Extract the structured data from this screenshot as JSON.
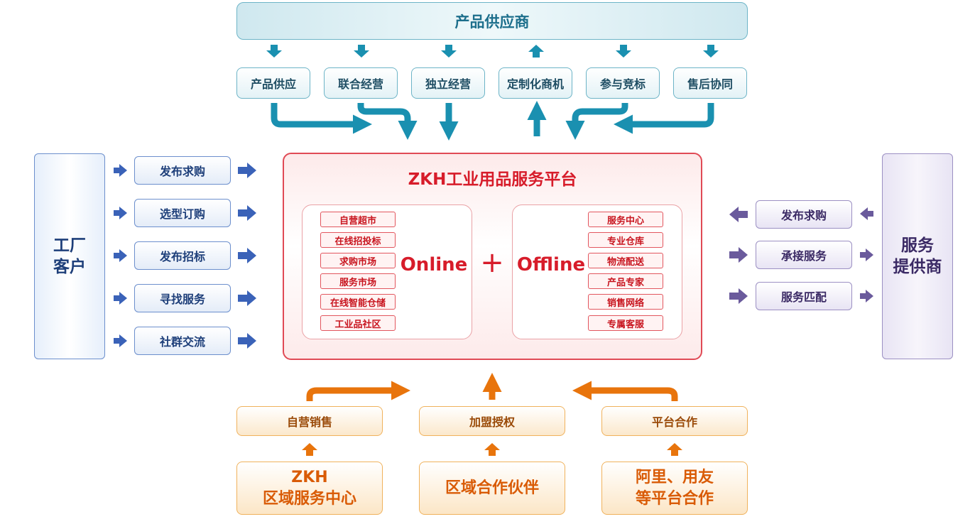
{
  "supplier": {
    "title": "产品供应商",
    "boxes": [
      "产品供应",
      "联合经营",
      "独立经营",
      "定制化商机",
      "参与竞标",
      "售后协同"
    ]
  },
  "platform": {
    "title": "ZKH工业用品服务平台",
    "online_label": "Online",
    "plus": "+",
    "offline_label": "Offline",
    "online_items": [
      "自营超市",
      "在线招投标",
      "求购市场",
      "服务市场",
      "在线智能仓储",
      "工业品社区"
    ],
    "offline_items": [
      "服务中心",
      "专业仓库",
      "物流配送",
      "产品专家",
      "销售网络",
      "专属客服"
    ]
  },
  "customer": {
    "title_line1": "工厂",
    "title_line2": "客户",
    "boxes": [
      "发布求购",
      "选型订购",
      "发布招标",
      "寻找服务",
      "社群交流"
    ]
  },
  "service_provider": {
    "title_line1": "服务",
    "title_line2": "提供商",
    "boxes": [
      "发布求购",
      "承接服务",
      "服务匹配"
    ]
  },
  "channels": {
    "boxes": [
      "自营销售",
      "加盟授权",
      "平台合作"
    ],
    "partners": [
      {
        "line1": "ZKH",
        "line2": "区域服务中心"
      },
      {
        "line1": "区域合作伙伴",
        "line2": ""
      },
      {
        "line1": "阿里、用友",
        "line2": "等平台合作"
      }
    ]
  },
  "colors": {
    "teal": "#1a90b0",
    "red": "#d71c2a",
    "blue": "#3a62b8",
    "purple": "#6a5a9c",
    "orange": "#e8740c"
  }
}
